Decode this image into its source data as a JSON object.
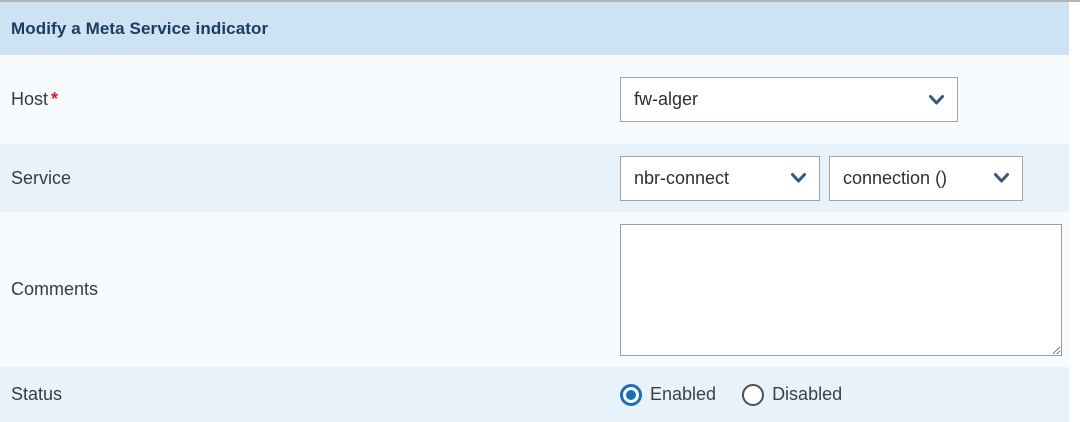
{
  "form": {
    "title": "Modify a Meta Service indicator",
    "host": {
      "label": "Host",
      "required_marker": "*",
      "value": "fw-alger"
    },
    "service": {
      "label": "Service",
      "service_value": "nbr-connect",
      "metric_value": "connection ()"
    },
    "comments": {
      "label": "Comments",
      "value": ""
    },
    "status": {
      "label": "Status",
      "enabled_label": "Enabled",
      "disabled_label": "Disabled",
      "selected": "Enabled"
    }
  },
  "icons": {
    "select_arrow": "chevron-down"
  },
  "colors": {
    "header_background": "#cde2f3",
    "row_light": "#f7fbfe",
    "row_alternate": "#e8f2fb",
    "accent_blue": "#1a6fb5",
    "title_text": "#1b3d60",
    "required_red": "#e01b24",
    "chevron_blue": "#33597f"
  }
}
